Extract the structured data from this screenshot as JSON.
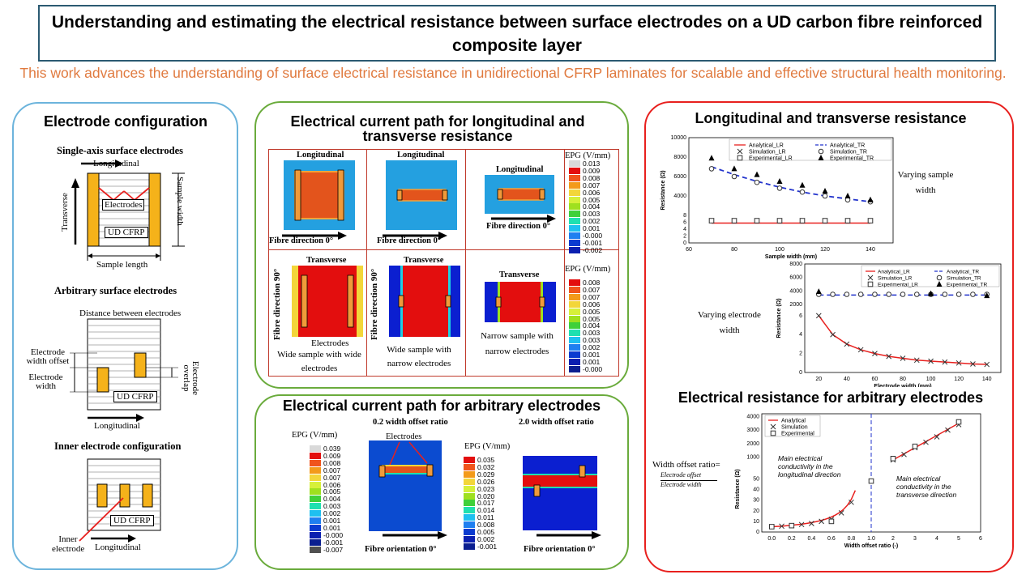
{
  "header": {
    "title": "Understanding and estimating the electrical resistance between surface electrodes on a UD carbon fibre reinforced composite layer",
    "subtitle": "This work advances the understanding of surface electrical resistance in unidirectional CFRP laminates for scalable and effective structural health monitoring."
  },
  "electrode_panel": {
    "title": "Electrode configuration",
    "single_axis": {
      "heading": "Single-axis surface electrodes",
      "longitudinal": "Longitudinal",
      "transverse": "Transverse",
      "sample_width": "Sample width",
      "electrodes": "Electrodes",
      "ud_cfrp": "UD CFRP",
      "sample_length": "Sample length"
    },
    "arbitrary": {
      "heading": "Arbitrary surface electrodes",
      "distance": "Distance between electrodes",
      "width_offset": "Electrode width offset",
      "electrode_width": "Electrode width",
      "overlap": "Electrode overlap",
      "ud_cfrp": "UD CFRP",
      "longitudinal": "Longitudinal"
    },
    "inner": {
      "heading": "Inner electrode configuration",
      "ud_cfrp": "UD CFRP",
      "inner_electrode": "Inner electrode",
      "longitudinal": "Longitudinal"
    }
  },
  "current_panel": {
    "title": "Electrical current path for longitudinal and transverse resistance",
    "long_label": "Longitudinal",
    "trans_label": "Transverse",
    "fibre_dir_0": "Fibre direction 0°",
    "fibre_dir_90": "Fibre direction 90°",
    "electrodes": "Electrodes",
    "captions": [
      "Wide sample with wide electrodes",
      "Wide sample with narrow electrodes",
      "Narrow sample with narrow electrodes"
    ],
    "legend_title": "EPG (V/mm)",
    "legend_top": [
      "0.013",
      "0.009",
      "0.008",
      "0.007",
      "0.006",
      "0.005",
      "0.004",
      "0.003",
      "0.002",
      "0.001",
      "-0.000",
      "-0.001",
      "-0.002"
    ],
    "legend_bottom": [
      "0.008",
      "0.007",
      "0.007",
      "0.006",
      "0.005",
      "0.005",
      "0.004",
      "0.003",
      "0.003",
      "0.002",
      "0.001",
      "0.001",
      "-0.000"
    ]
  },
  "arbitrary_panel": {
    "title": "Electrical current path for arbitrary electrodes",
    "offset_02": "0.2 width offset ratio",
    "offset_20": "2.0 width offset ratio",
    "electrodes": "Electrodes",
    "legend_title": "EPG (V/mm)",
    "legend_left": [
      "0.039",
      "0.009",
      "0.008",
      "0.007",
      "0.007",
      "0.006",
      "0.005",
      "0.004",
      "0.003",
      "0.002",
      "0.001",
      "0.001",
      "-0.000",
      "-0.001",
      "-0.007"
    ],
    "legend_right": [
      "0.035",
      "0.032",
      "0.029",
      "0.026",
      "0.023",
      "0.020",
      "0.017",
      "0.014",
      "0.011",
      "0.008",
      "0.005",
      "0.002",
      "-0.001"
    ],
    "fibre_orientation": "Fibre orientation 0°"
  },
  "resistance_panel": {
    "title1": "Longitudinal and transverse resistance",
    "title2": "Electrical resistance for arbitrary electrodes",
    "varying_sample": "Varying sample width",
    "varying_electrode": "Varying electrode width",
    "width_offset_ratio": "Width offset ratio=",
    "ratio_num": "Electrode offset",
    "ratio_den": "Electrode width",
    "note_long": "Main electrical conductivity in the longitudinal direction",
    "note_trans": "Main electrical conductivity in the transverse direction"
  },
  "chart_data": [
    {
      "type": "line",
      "xlabel": "Sample width (mm)",
      "ylabel": "Resistance (Ω)",
      "xlim": [
        60,
        150
      ],
      "x_ticks": [
        "60",
        "80",
        "100",
        "120",
        "140"
      ],
      "y_ticks_upper": [
        "10000",
        "8000",
        "6000",
        "4000"
      ],
      "y_ticks_lower": [
        "8",
        "6",
        "4",
        "2",
        "0"
      ],
      "legend": [
        "Analytical_LR",
        "Analytical_TR",
        "Simulation_LR",
        "Simulation_TR",
        "Experimental_LR",
        "Experimental_TR"
      ],
      "x": [
        70,
        80,
        90,
        100,
        110,
        120,
        130,
        140
      ],
      "series": [
        {
          "name": "Analytical_TR",
          "values": [
            7000,
            6200,
            5500,
            4900,
            4400,
            4000,
            3700,
            3400
          ]
        },
        {
          "name": "Simulation_TR",
          "values": [
            6800,
            6000,
            5400,
            4800,
            4400,
            4000,
            3600,
            3400
          ]
        },
        {
          "name": "Experimental_TR",
          "values": [
            7900,
            6800,
            6200,
            5500,
            5100,
            4500,
            4000,
            3600
          ]
        },
        {
          "name": "Analytical_LR",
          "values": [
            5.8,
            5.8,
            5.8,
            5.8,
            5.8,
            5.8,
            5.8,
            5.8
          ]
        },
        {
          "name": "Simulation_LR",
          "values": [
            6.5,
            6.5,
            6.5,
            6.5,
            6.5,
            6.5,
            6.5,
            6.5
          ]
        },
        {
          "name": "Experimental_LR",
          "values": [
            6.5,
            6.5,
            6.5,
            6.5,
            6.5,
            6.5,
            6.5,
            6.5
          ]
        }
      ]
    },
    {
      "type": "line",
      "xlabel": "Electrode width (mm)",
      "ylabel": "Resistance (Ω)",
      "xlim": [
        10,
        150
      ],
      "x_ticks": [
        "20",
        "40",
        "60",
        "80",
        "100",
        "120",
        "140"
      ],
      "y_ticks_upper": [
        "8000",
        "6000",
        "4000",
        "2000"
      ],
      "y_ticks_lower": [
        "6",
        "4",
        "2",
        "0"
      ],
      "legend": [
        "Analytical_LR",
        "Analytical_TR",
        "Simulation_LR",
        "Simulation_TR",
        "Experimental_LR",
        "Experimental_TR"
      ],
      "x": [
        20,
        30,
        40,
        50,
        60,
        70,
        80,
        90,
        100,
        110,
        120,
        130,
        140
      ],
      "series": [
        {
          "name": "Analytical_LR",
          "values": [
            6.0,
            4.0,
            3.0,
            2.4,
            2.0,
            1.7,
            1.5,
            1.3,
            1.2,
            1.1,
            1.0,
            0.9,
            0.85
          ]
        },
        {
          "name": "Analytical_TR",
          "values": [
            3400,
            3400,
            3400,
            3400,
            3400,
            3400,
            3400,
            3400,
            3400,
            3400,
            3400,
            3400,
            3400
          ]
        },
        {
          "name": "Simulation_TR",
          "values": [
            3500,
            3500,
            3500,
            3500,
            3500,
            3500,
            3500,
            3500,
            3500,
            3500,
            3500,
            3500,
            3500
          ]
        },
        {
          "name": "Experimental_TR",
          "values": [
            3900,
            null,
            null,
            null,
            null,
            null,
            null,
            null,
            3600,
            null,
            null,
            null,
            3300
          ]
        }
      ]
    },
    {
      "type": "line",
      "xlabel": "Width offset ratio (-)",
      "ylabel": "Resistance (Ω)",
      "xlim": [
        -0.2,
        6
      ],
      "x_ticks": [
        "0.0",
        "0.2",
        "0.4",
        "0.6",
        "0.8",
        "1.0",
        "2",
        "3",
        "4",
        "5",
        "6"
      ],
      "y_ticks_upper": [
        "4000",
        "3000",
        "2000",
        "1000"
      ],
      "y_ticks_lower": [
        "50",
        "40",
        "30",
        "20",
        "10",
        "0"
      ],
      "legend": [
        "Analytical",
        "Simulation",
        "Experimental"
      ]
    }
  ]
}
